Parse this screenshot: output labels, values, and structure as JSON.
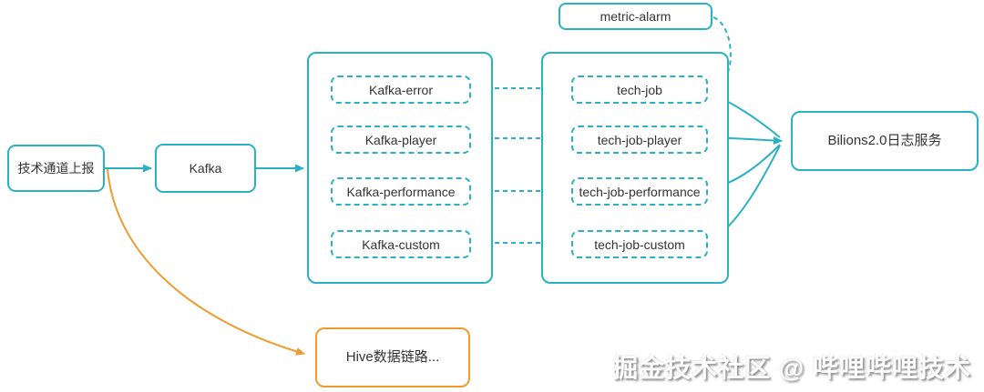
{
  "colors": {
    "teal": "#29b2c2",
    "orange": "#ef9b2e",
    "text": "#333333"
  },
  "nodes": {
    "report": {
      "label": "技术通道上报"
    },
    "kafka": {
      "label": "Kafka"
    },
    "metric_alarm": {
      "label": "metric-alarm"
    },
    "bilions": {
      "label": "Bilions2.0日志服务"
    },
    "hive": {
      "label": "Hive数据链路..."
    }
  },
  "kafka_topics": [
    "Kafka-error",
    "Kafka-player",
    "Kafka-performance",
    "Kafka-custom"
  ],
  "tech_jobs": [
    "tech-job",
    "tech-job-player",
    "tech-job-performance",
    "tech-job-custom"
  ],
  "watermark": "掘金技术社区 @ 哔哩哔哩技术"
}
